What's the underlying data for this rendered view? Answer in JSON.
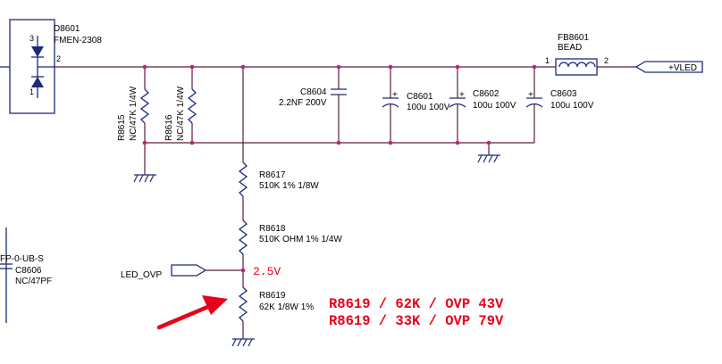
{
  "diode": {
    "ref": "D8601",
    "part": "FMEN-2308",
    "pin_top": "3",
    "pin_bottom": "1",
    "pin_right": "2"
  },
  "resistors": {
    "r8615": {
      "ref": "R8615",
      "value": "NC/47K 1/4W"
    },
    "r8616": {
      "ref": "R8616",
      "value": "NC/47K 1/4W"
    },
    "r8617": {
      "ref": "R8617",
      "value": "510K 1% 1/8W"
    },
    "r8618": {
      "ref": "R8618",
      "value": "510K OHM 1% 1/4W"
    },
    "r8619": {
      "ref": "R8619",
      "value": "62K 1/8W 1%"
    }
  },
  "capacitors": {
    "c8604": {
      "ref": "C8604",
      "value": "2.2NF 200V"
    },
    "c8601": {
      "ref": "C8601",
      "value": "100u 100V",
      "polarity": "+"
    },
    "c8602": {
      "ref": "C8602",
      "value": "100u 100V",
      "polarity": "+"
    },
    "c8603": {
      "ref": "C8603",
      "value": "100u 100V",
      "polarity": "+"
    },
    "c8606": {
      "ref": "C8606",
      "value": "NC/47PF"
    }
  },
  "bead": {
    "ref": "FB8601",
    "type": "BEAD",
    "pin_left": "1",
    "pin_right": "2"
  },
  "ports": {
    "vled": "+VLED",
    "led_ovp": "LED_OVP"
  },
  "partial_label": "FP-0-UB-S",
  "annotation": {
    "voltage": "2.5V",
    "line1": "R8619 / 62K / OVP 43V",
    "line2": "R8619 / 33K / OVP 79V",
    "arrow_color": "#e8001c"
  },
  "colors": {
    "wire": "#5a1e3c",
    "component": "#1e2a78",
    "junction": "#c0207a",
    "annotation": "#e8001c"
  }
}
